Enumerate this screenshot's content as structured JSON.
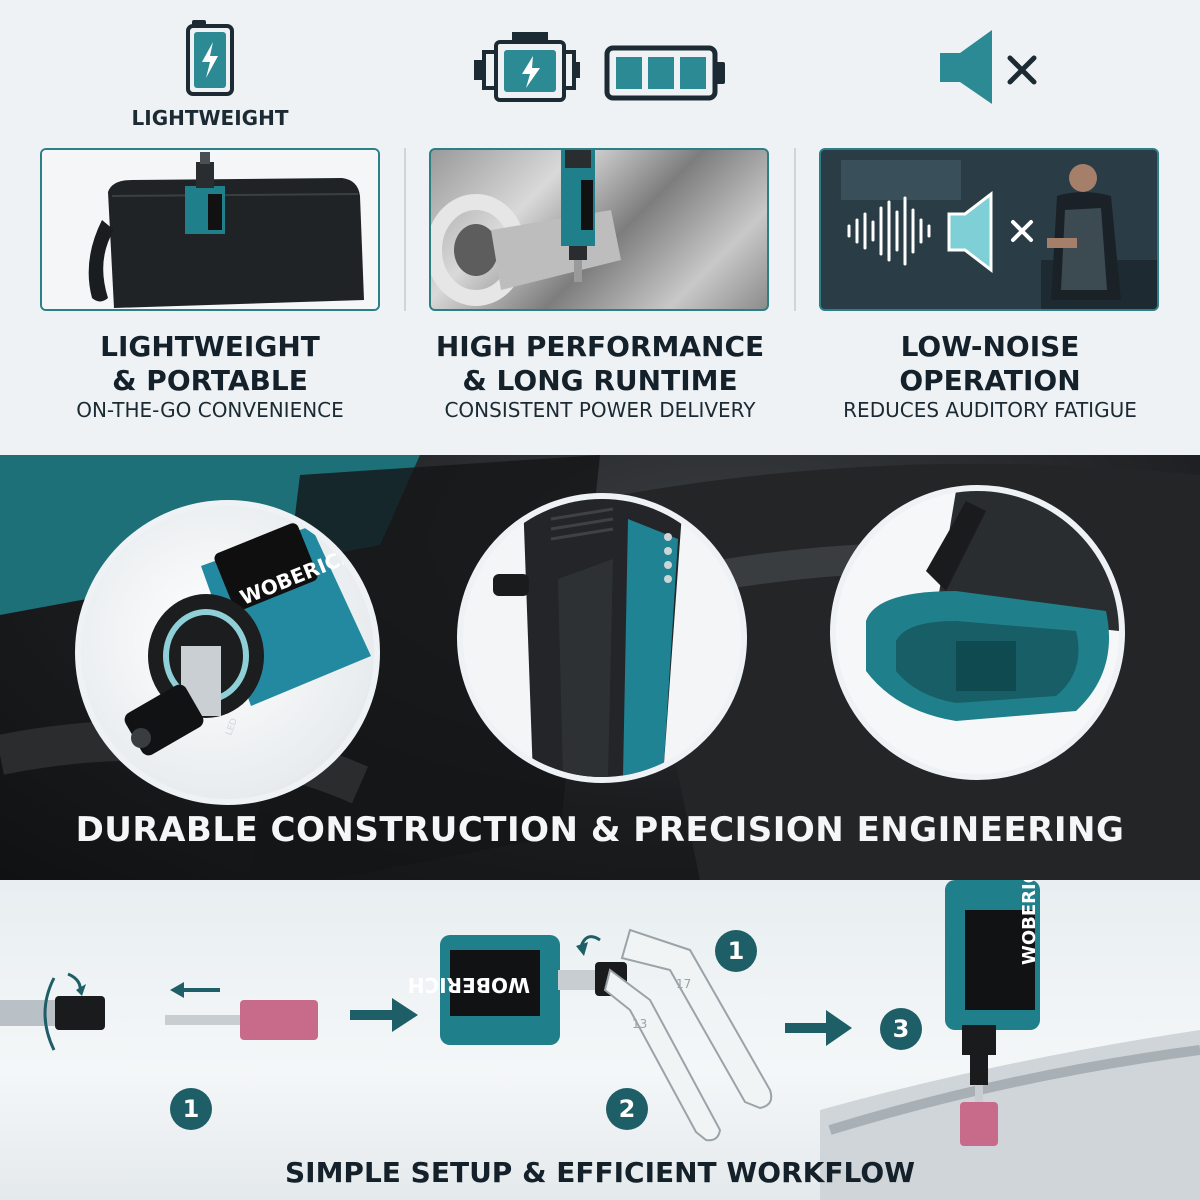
{
  "top": {
    "icon_label": "LIGHTWEIGHT",
    "features": [
      {
        "title_line1": "LIGHTWEIGHT",
        "title_line2": "& PORTABLE",
        "subtitle": "ON-THE-GO CONVENIENCE"
      },
      {
        "title_line1": "HIGH PERFORMANCE",
        "title_line2": "& LONG RUNTIME",
        "subtitle": "CONSISTENT POWER DELIVERY"
      },
      {
        "title_line1": "LOW-NOISE",
        "title_line2": "OPERATION",
        "subtitle": "REDUCES AUDITORY FATIGUE"
      }
    ]
  },
  "middle": {
    "title": "DURABLE CONSTRUCTION & PRECISION ENGINEERING"
  },
  "bottom": {
    "title": "SIMPLE SETUP & EFFICIENT WORKFLOW",
    "steps": [
      "1",
      "1",
      "2",
      "3"
    ],
    "wrench_marks": [
      "17",
      "13"
    ]
  },
  "brand": "WOBERICH",
  "led_label": "LED",
  "colors": {
    "accent": "#2b8a93",
    "dark": "#14212a",
    "panel": "#eef2f5"
  }
}
